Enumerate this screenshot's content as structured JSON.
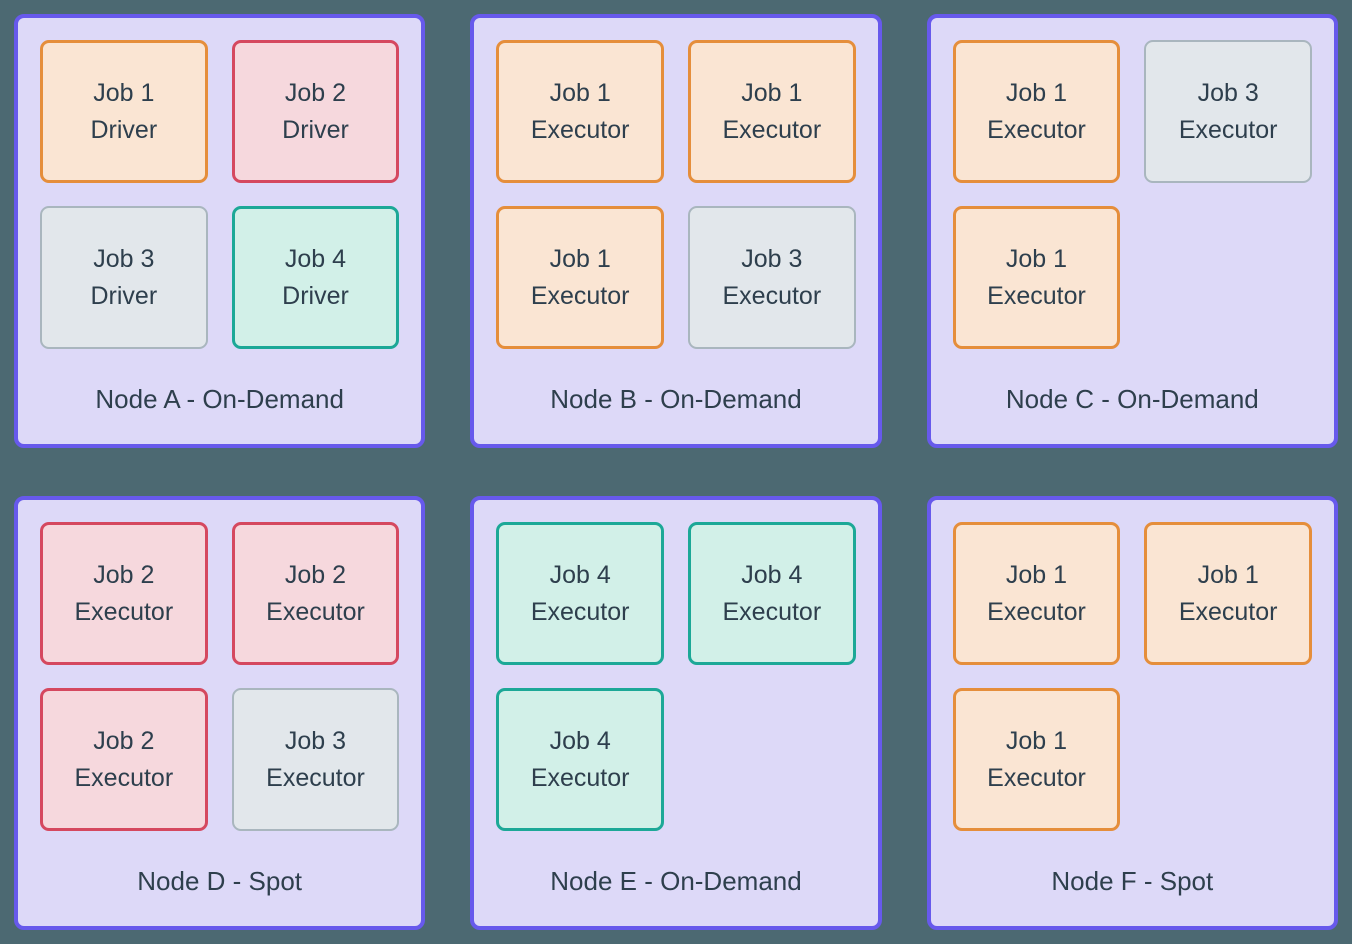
{
  "diagram": {
    "background_color": "#4C6972",
    "node_card": {
      "border_color": "#6759EC",
      "fill_color": "#DDD9F8"
    },
    "text_color": "#2E3F4D",
    "job_styles": {
      "job1": {
        "border": "#E58E3B",
        "fill": "#FAE5D3"
      },
      "job2": {
        "border": "#D5485F",
        "fill": "#F6D8DD"
      },
      "job3": {
        "border": "#A9B6BE",
        "fill": "#E2E7EB"
      },
      "job4": {
        "border": "#1CA897",
        "fill": "#D2F0E8"
      }
    }
  },
  "nodes": [
    {
      "label": "Node A - On-Demand",
      "jobs": [
        {
          "line1": "Job 1",
          "line2": "Driver",
          "style": "job1"
        },
        {
          "line1": "Job 2",
          "line2": "Driver",
          "style": "job2"
        },
        {
          "line1": "Job 3",
          "line2": "Driver",
          "style": "job3"
        },
        {
          "line1": "Job 4",
          "line2": "Driver",
          "style": "job4"
        }
      ]
    },
    {
      "label": "Node B - On-Demand",
      "jobs": [
        {
          "line1": "Job 1",
          "line2": "Executor",
          "style": "job1"
        },
        {
          "line1": "Job 1",
          "line2": "Executor",
          "style": "job1"
        },
        {
          "line1": "Job 1",
          "line2": "Executor",
          "style": "job1"
        },
        {
          "line1": "Job 3",
          "line2": "Executor",
          "style": "job3"
        }
      ]
    },
    {
      "label": "Node C - On-Demand",
      "jobs": [
        {
          "line1": "Job 1",
          "line2": "Executor",
          "style": "job1"
        },
        {
          "line1": "Job 3",
          "line2": "Executor",
          "style": "job3"
        },
        {
          "line1": "Job 1",
          "line2": "Executor",
          "style": "job1"
        }
      ]
    },
    {
      "label": "Node D - Spot",
      "jobs": [
        {
          "line1": "Job 2",
          "line2": "Executor",
          "style": "job2"
        },
        {
          "line1": "Job 2",
          "line2": "Executor",
          "style": "job2"
        },
        {
          "line1": "Job 2",
          "line2": "Executor",
          "style": "job2"
        },
        {
          "line1": "Job 3",
          "line2": "Executor",
          "style": "job3"
        }
      ]
    },
    {
      "label": "Node E - On-Demand",
      "jobs": [
        {
          "line1": "Job 4",
          "line2": "Executor",
          "style": "job4"
        },
        {
          "line1": "Job 4",
          "line2": "Executor",
          "style": "job4"
        },
        {
          "line1": "Job 4",
          "line2": "Executor",
          "style": "job4"
        }
      ]
    },
    {
      "label": "Node F - Spot",
      "jobs": [
        {
          "line1": "Job 1",
          "line2": "Executor",
          "style": "job1"
        },
        {
          "line1": "Job 1",
          "line2": "Executor",
          "style": "job1"
        },
        {
          "line1": "Job 1",
          "line2": "Executor",
          "style": "job1"
        }
      ]
    }
  ]
}
